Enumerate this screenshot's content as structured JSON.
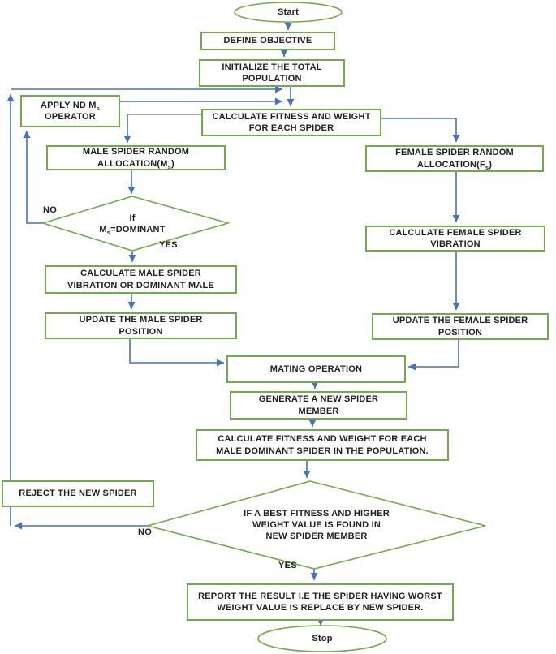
{
  "colors": {
    "shape_green": "#70AD47",
    "connector_blue": "#4472C4",
    "connector_gray": "#8C8C8C",
    "text": "#1F1F1F"
  },
  "nodes": {
    "start": {
      "label": "Start"
    },
    "define_objective": {
      "label": "DEFINE OBJECTIVE"
    },
    "initialize_population": {
      "line1": "INITIALIZE THE TOTAL",
      "line2": "POPULATION"
    },
    "calc_fitness_all": {
      "line1": "CALCULATE FITNESS AND WEIGHT",
      "line2": "FOR EACH SPIDER"
    },
    "apply_nd": {
      "line1_main": "APPLY ND M",
      "line1_sub": "s",
      "line2": "OPERATOR"
    },
    "male_alloc": {
      "line1": "MALE SPIDER RANDOM",
      "line2_main": "ALLOCATION(M",
      "line2_sub": "s",
      "line2_end": ")"
    },
    "decision_dominant": {
      "line1": "If",
      "line2_main": "M",
      "line2_sub": "s",
      "line2_end": "=DOMINANT"
    },
    "calc_male_vibration": {
      "line1": "CALCULATE MALE SPIDER",
      "line2": "VIBRATION OR DOMINANT MALE"
    },
    "update_male": {
      "line1": "UPDATE THE MALE SPIDER",
      "line2": "POSITION"
    },
    "female_alloc": {
      "line1": "FEMALE SPIDER RANDOM",
      "line2_main": "ALLOCATION(F",
      "line2_sub": "s",
      "line2_end": ")"
    },
    "calc_female_vibration": {
      "line1": "CALCULATE FEMALE SPIDER",
      "line2": "VIBRATION"
    },
    "update_female": {
      "line1": "UPDATE THE FEMALE SPIDER",
      "line2": "POSITION"
    },
    "mating": {
      "label": "MATING OPERATION"
    },
    "generate_member": {
      "line1": "GENERATE A NEW SPIDER",
      "line2": "MEMBER"
    },
    "calc_fitness_dominant": {
      "line1": "CALCULATE FITNESS AND WEIGHT FOR EACH",
      "line2": "MALE DOMINANT SPIDER IN THE POPULATION."
    },
    "decision_best": {
      "line1": "IF A BEST FITNESS AND HIGHER",
      "line2": "WEIGHT VALUE IS FOUND IN",
      "line3": "NEW SPIDER MEMBER"
    },
    "reject": {
      "label": "REJECT THE NEW SPIDER"
    },
    "report": {
      "line1": "REPORT THE RESULT I.E THE SPIDER HAVING WORST",
      "line2": "WEIGHT VALUE IS REPLACE BY NEW SPIDER."
    },
    "stop": {
      "label": "Stop"
    }
  },
  "edge_labels": {
    "no_dominant": "NO",
    "yes_dominant": "YES",
    "no_best": "NO",
    "yes_best": "YES"
  }
}
